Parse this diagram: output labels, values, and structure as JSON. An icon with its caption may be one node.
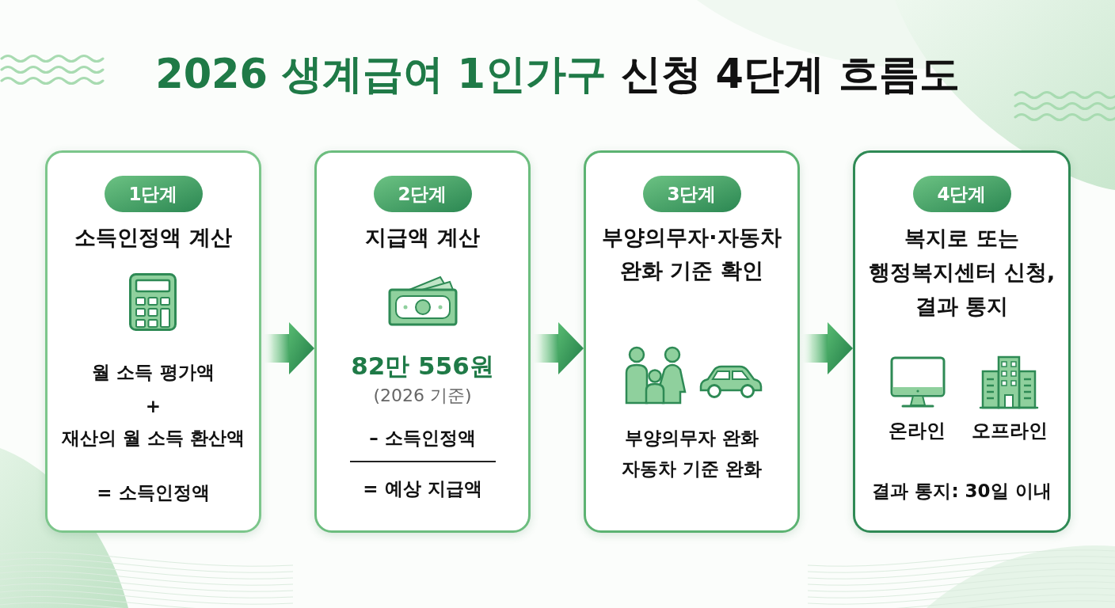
{
  "diagram": {
    "title": "2026 생계급여 1인가구 신청 4단계 흐름도",
    "nodes": [
      {
        "text": [
          "소득인정액 계산",
          "월 소득 평가액",
          "+",
          "재산의 월 소득 환산액",
          "= 소득인정액"
        ]
      },
      {
        "text": [
          "1단계"
        ],
        "in": 0
      },
      {
        "text": [
          "지급액 계산",
          "82만 556원",
          "(2026 기준)",
          "– 소득인정액",
          "= 예상 지급액"
        ]
      },
      {
        "text": [
          "2단계"
        ],
        "in": 2
      },
      {
        "text": [
          "부양의무자·자동차 완화 기준 확인",
          "부양의무자 완화",
          "자동차 기준 완화"
        ]
      },
      {
        "text": [
          "3단계"
        ],
        "in": 4
      },
      {
        "text": [
          "복지로 또는 행정복지센터 신청, 결과 통지",
          "온라인",
          "오프라인",
          "결과 통지: 30일 이내"
        ]
      },
      {
        "text": [
          "4단계"
        ],
        "in": 6
      }
    ],
    "edges": [
      {
        "from": 0,
        "to": 2,
        "arrow": "to"
      },
      {
        "from": 2,
        "to": 4,
        "arrow": "to"
      },
      {
        "from": 4,
        "to": 6,
        "arrow": "to"
      }
    ]
  }
}
